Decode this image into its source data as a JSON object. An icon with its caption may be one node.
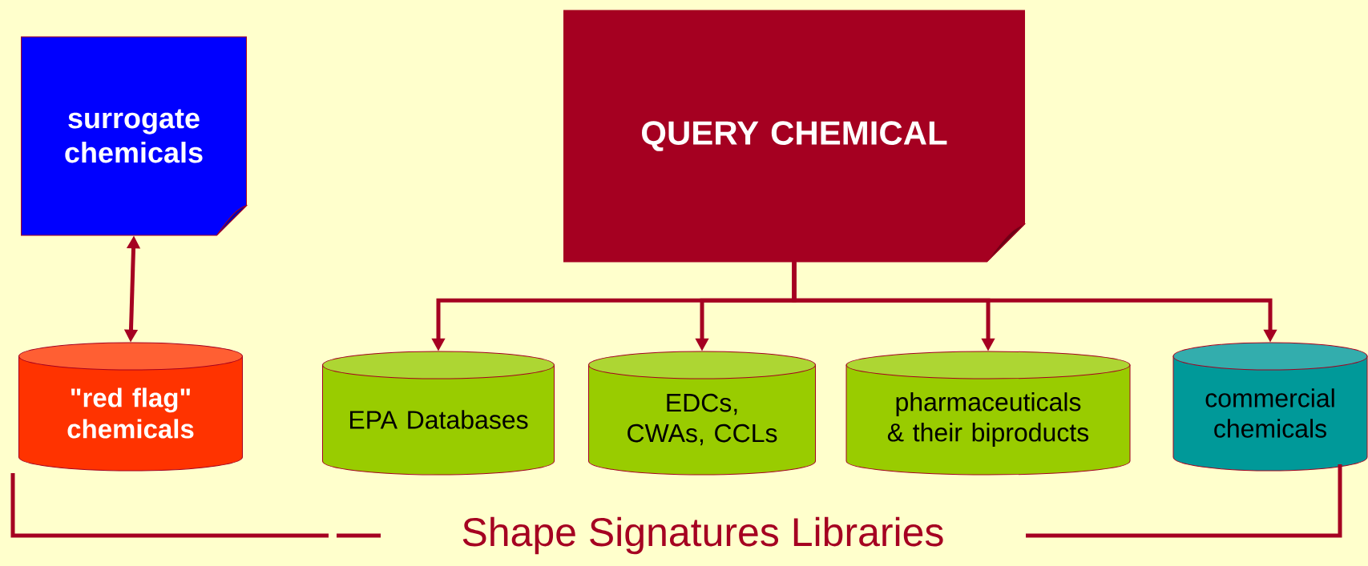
{
  "diagram": {
    "nodes": [
      {
        "text": [
          "surrogate chemicals"
        ]
      },
      {
        "text": [
          "QUERY CHEMICAL"
        ]
      },
      {
        "text": [
          "\"red flag\" chemicals"
        ]
      },
      {
        "text": [
          "EPA Databases"
        ]
      },
      {
        "text": [
          "EDCs, CWAs, CCLs"
        ]
      },
      {
        "text": [
          "pharmaceuticals & their biproducts"
        ]
      },
      {
        "text": [
          "commercial chemicals"
        ]
      }
    ],
    "edges": [
      {
        "from": 0,
        "to": 2,
        "arrow": "both"
      },
      {
        "from": 1,
        "to": 3,
        "arrow": "to"
      },
      {
        "from": 1,
        "to": 4,
        "arrow": "to"
      },
      {
        "from": 1,
        "to": 5,
        "arrow": "to"
      },
      {
        "from": 1,
        "to": 6,
        "arrow": "to"
      }
    ],
    "labels": [
      "Shape Signatures Libraries"
    ]
  }
}
